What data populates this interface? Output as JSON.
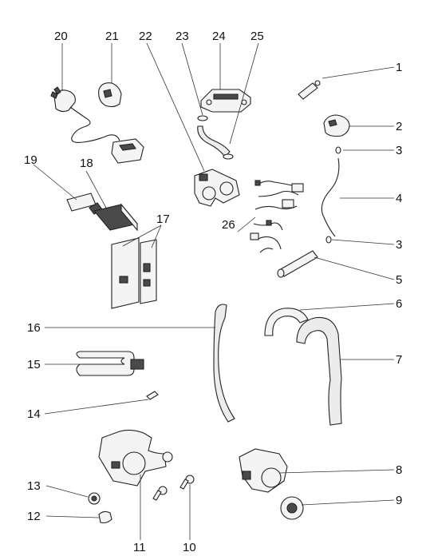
{
  "callouts": [
    "1",
    "2",
    "3",
    "3",
    "4",
    "5",
    "6",
    "7",
    "8",
    "9",
    "10",
    "11",
    "12",
    "13",
    "14",
    "15",
    "16",
    "17",
    "18",
    "19",
    "20",
    "21",
    "22",
    "23",
    "24",
    "25",
    "26"
  ]
}
